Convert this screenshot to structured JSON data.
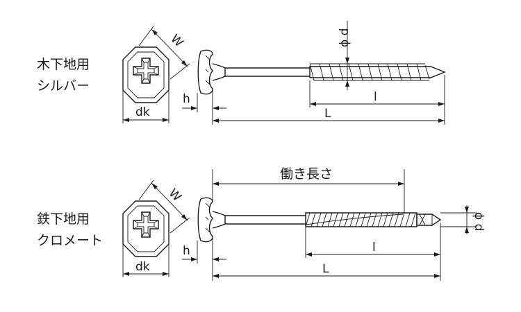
{
  "top_figure": {
    "application_line1": "木下地用",
    "application_line2": "シルバー",
    "dim_W": "W",
    "dim_dk": "dk",
    "dim_h": "h",
    "dim_phi_d": "ϕ d",
    "dim_l": "l",
    "dim_L": "L"
  },
  "bottom_figure": {
    "application_line1": "鉄下地用",
    "application_line2": "クロメート",
    "dim_W": "W",
    "dim_dk": "dk",
    "dim_h": "h",
    "dim_phi_d": "ϕ d",
    "dim_l": "l",
    "dim_L": "L",
    "dim_working_length": "働き長さ"
  }
}
